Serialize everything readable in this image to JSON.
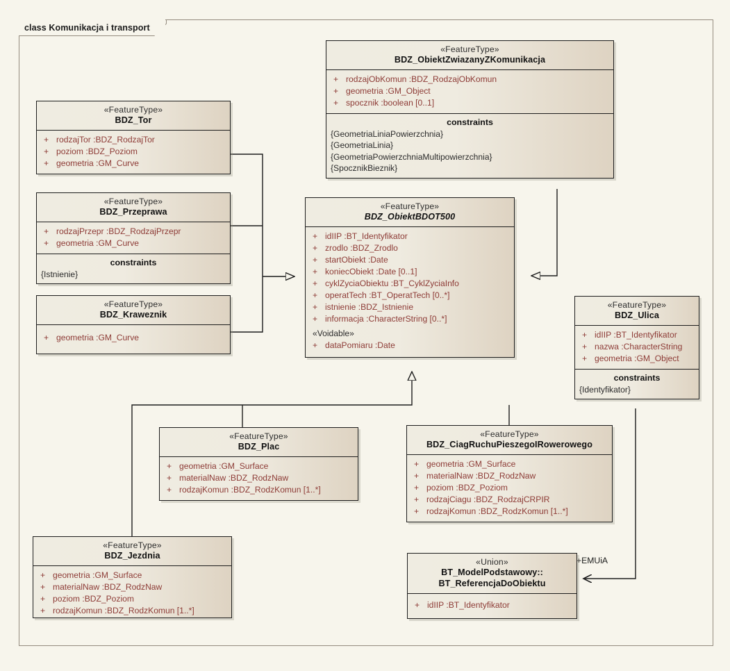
{
  "diagram": {
    "frame_label": "class Komunikacja i transport",
    "background_color": "#f7f5ec",
    "class_fill_left": "#efece1",
    "class_fill_right": "#ded3c2",
    "attribute_text_color": "#8d3b36",
    "border_color": "#1c1c1c"
  },
  "classes": [
    {
      "id": "obiekt_zwiazany",
      "stereotype": "«FeatureType»",
      "name": "BDZ_ObiektZwiazanyZKomunikacja",
      "attributes": [
        {
          "visibility": "+",
          "text": "rodzajObKomun  :BDZ_RodzajObKomun"
        },
        {
          "visibility": "+",
          "text": "geometria  :GM_Object"
        },
        {
          "visibility": "+",
          "text": "spocznik  :boolean [0..1]"
        }
      ],
      "constraints_title": "constraints",
      "constraints": [
        "{GeometriaLiniaPowierzchnia}",
        "{GeometriaLinia}",
        "{GeometriaPowierzchniaMultipowierzchnia}",
        "{SpocznikBieznik}"
      ]
    },
    {
      "id": "tor",
      "stereotype": "«FeatureType»",
      "name": "BDZ_Tor",
      "attributes": [
        {
          "visibility": "+",
          "text": "rodzajTor  :BDZ_RodzajTor"
        },
        {
          "visibility": "+",
          "text": "poziom  :BDZ_Poziom"
        },
        {
          "visibility": "+",
          "text": "geometria  :GM_Curve"
        }
      ],
      "constraints_title": "",
      "constraints": []
    },
    {
      "id": "przeprawa",
      "stereotype": "«FeatureType»",
      "name": "BDZ_Przeprawa",
      "attributes": [
        {
          "visibility": "+",
          "text": "rodzajPrzepr  :BDZ_RodzajPrzepr"
        },
        {
          "visibility": "+",
          "text": "geometria  :GM_Curve"
        }
      ],
      "constraints_title": "constraints",
      "constraints": [
        "{Istnienie}"
      ]
    },
    {
      "id": "kraweznik",
      "stereotype": "«FeatureType»",
      "name": "BDZ_Kraweznik",
      "attributes": [
        {
          "visibility": "+",
          "text": "geometria  :GM_Curve"
        }
      ],
      "constraints_title": "",
      "constraints": []
    },
    {
      "id": "obiekt_bdot500",
      "stereotype": "«FeatureType»",
      "name": "BDZ_ObiektBDOT500",
      "abstract": true,
      "attributes": [
        {
          "visibility": "+",
          "text": "idIIP  :BT_Identyfikator"
        },
        {
          "visibility": "+",
          "text": "zrodlo  :BDZ_Zrodlo"
        },
        {
          "visibility": "+",
          "text": "startObiekt  :Date"
        },
        {
          "visibility": "+",
          "text": "koniecObiekt  :Date [0..1]"
        },
        {
          "visibility": "+",
          "text": "cyklZyciaObiektu  :BT_CyklZyciaInfo"
        },
        {
          "visibility": "+",
          "text": "operatTech  :BT_OperatTech [0..*]"
        },
        {
          "visibility": "+",
          "text": "istnienie  :BDZ_Istnienie"
        },
        {
          "visibility": "+",
          "text": "informacja  :CharacterString [0..*]"
        }
      ],
      "group_stereotype": "«Voidable»",
      "group_attributes": [
        {
          "visibility": "+",
          "text": "dataPomiaru  :Date"
        }
      ],
      "constraints_title": "",
      "constraints": []
    },
    {
      "id": "ulica",
      "stereotype": "«FeatureType»",
      "name": "BDZ_Ulica",
      "attributes": [
        {
          "visibility": "+",
          "text": "idIIP  :BT_Identyfikator"
        },
        {
          "visibility": "+",
          "text": "nazwa  :CharacterString"
        },
        {
          "visibility": "+",
          "text": "geometria  :GM_Object"
        }
      ],
      "constraints_title": "constraints",
      "constraints": [
        "{Identyfikator}"
      ]
    },
    {
      "id": "plac",
      "stereotype": "«FeatureType»",
      "name": "BDZ_Plac",
      "attributes": [
        {
          "visibility": "+",
          "text": "geometria  :GM_Surface"
        },
        {
          "visibility": "+",
          "text": "materialNaw  :BDZ_RodzNaw"
        },
        {
          "visibility": "+",
          "text": "rodzajKomun  :BDZ_RodzKomun [1..*]"
        }
      ],
      "constraints_title": "",
      "constraints": []
    },
    {
      "id": "ciag_ruchu",
      "stereotype": "«FeatureType»",
      "name": "BDZ_CiagRuchuPieszegoIRowerowego",
      "attributes": [
        {
          "visibility": "+",
          "text": "geometria  :GM_Surface"
        },
        {
          "visibility": "+",
          "text": "materialNaw  :BDZ_RodzNaw"
        },
        {
          "visibility": "+",
          "text": "poziom  :BDZ_Poziom"
        },
        {
          "visibility": "+",
          "text": "rodzajCiagu  :BDZ_RodzajCRPIR"
        },
        {
          "visibility": "+",
          "text": "rodzajKomun  :BDZ_RodzKomun [1..*]"
        }
      ],
      "constraints_title": "",
      "constraints": []
    },
    {
      "id": "jezdnia",
      "stereotype": "«FeatureType»",
      "name": "BDZ_Jezdnia",
      "attributes": [
        {
          "visibility": "+",
          "text": "geometria  :GM_Surface"
        },
        {
          "visibility": "+",
          "text": "materialNaw  :BDZ_RodzNaw"
        },
        {
          "visibility": "+",
          "text": "poziom  :BDZ_Poziom"
        },
        {
          "visibility": "+",
          "text": "rodzajKomun  :BDZ_RodzKomun [1..*]"
        }
      ],
      "constraints_title": "",
      "constraints": []
    },
    {
      "id": "referencja",
      "stereotype": "«Union»",
      "name_line1": "BT_ModelPodstawowy::",
      "name_line2": "BT_ReferencjaDoObiektu",
      "attributes": [
        {
          "visibility": "+",
          "text": "idIIP  :BT_Identyfikator"
        }
      ],
      "constraints_title": "",
      "constraints": []
    }
  ],
  "connectors": [
    {
      "id": "gen-left",
      "type": "generalization",
      "from": [
        "BDZ_Tor",
        "BDZ_Przeprawa",
        "BDZ_Kraweznik"
      ],
      "to": "BDZ_ObiektBDOT500",
      "label": ""
    },
    {
      "id": "gen-right",
      "type": "generalization",
      "from": [
        "BDZ_ObiektZwiazanyZKomunikacja"
      ],
      "to": "BDZ_ObiektBDOT500",
      "label": ""
    },
    {
      "id": "gen-bottom",
      "type": "generalization",
      "from": [
        "BDZ_Jezdnia",
        "BDZ_Plac",
        "BDZ_CiagRuchuPieszegoIRowerowego"
      ],
      "to": "BDZ_ObiektBDOT500",
      "label": ""
    },
    {
      "id": "assoc-emuia",
      "type": "association",
      "from": [
        "BDZ_Ulica"
      ],
      "to": "BT_ReferencjaDoObiektu",
      "label": "+EMUiA"
    }
  ]
}
